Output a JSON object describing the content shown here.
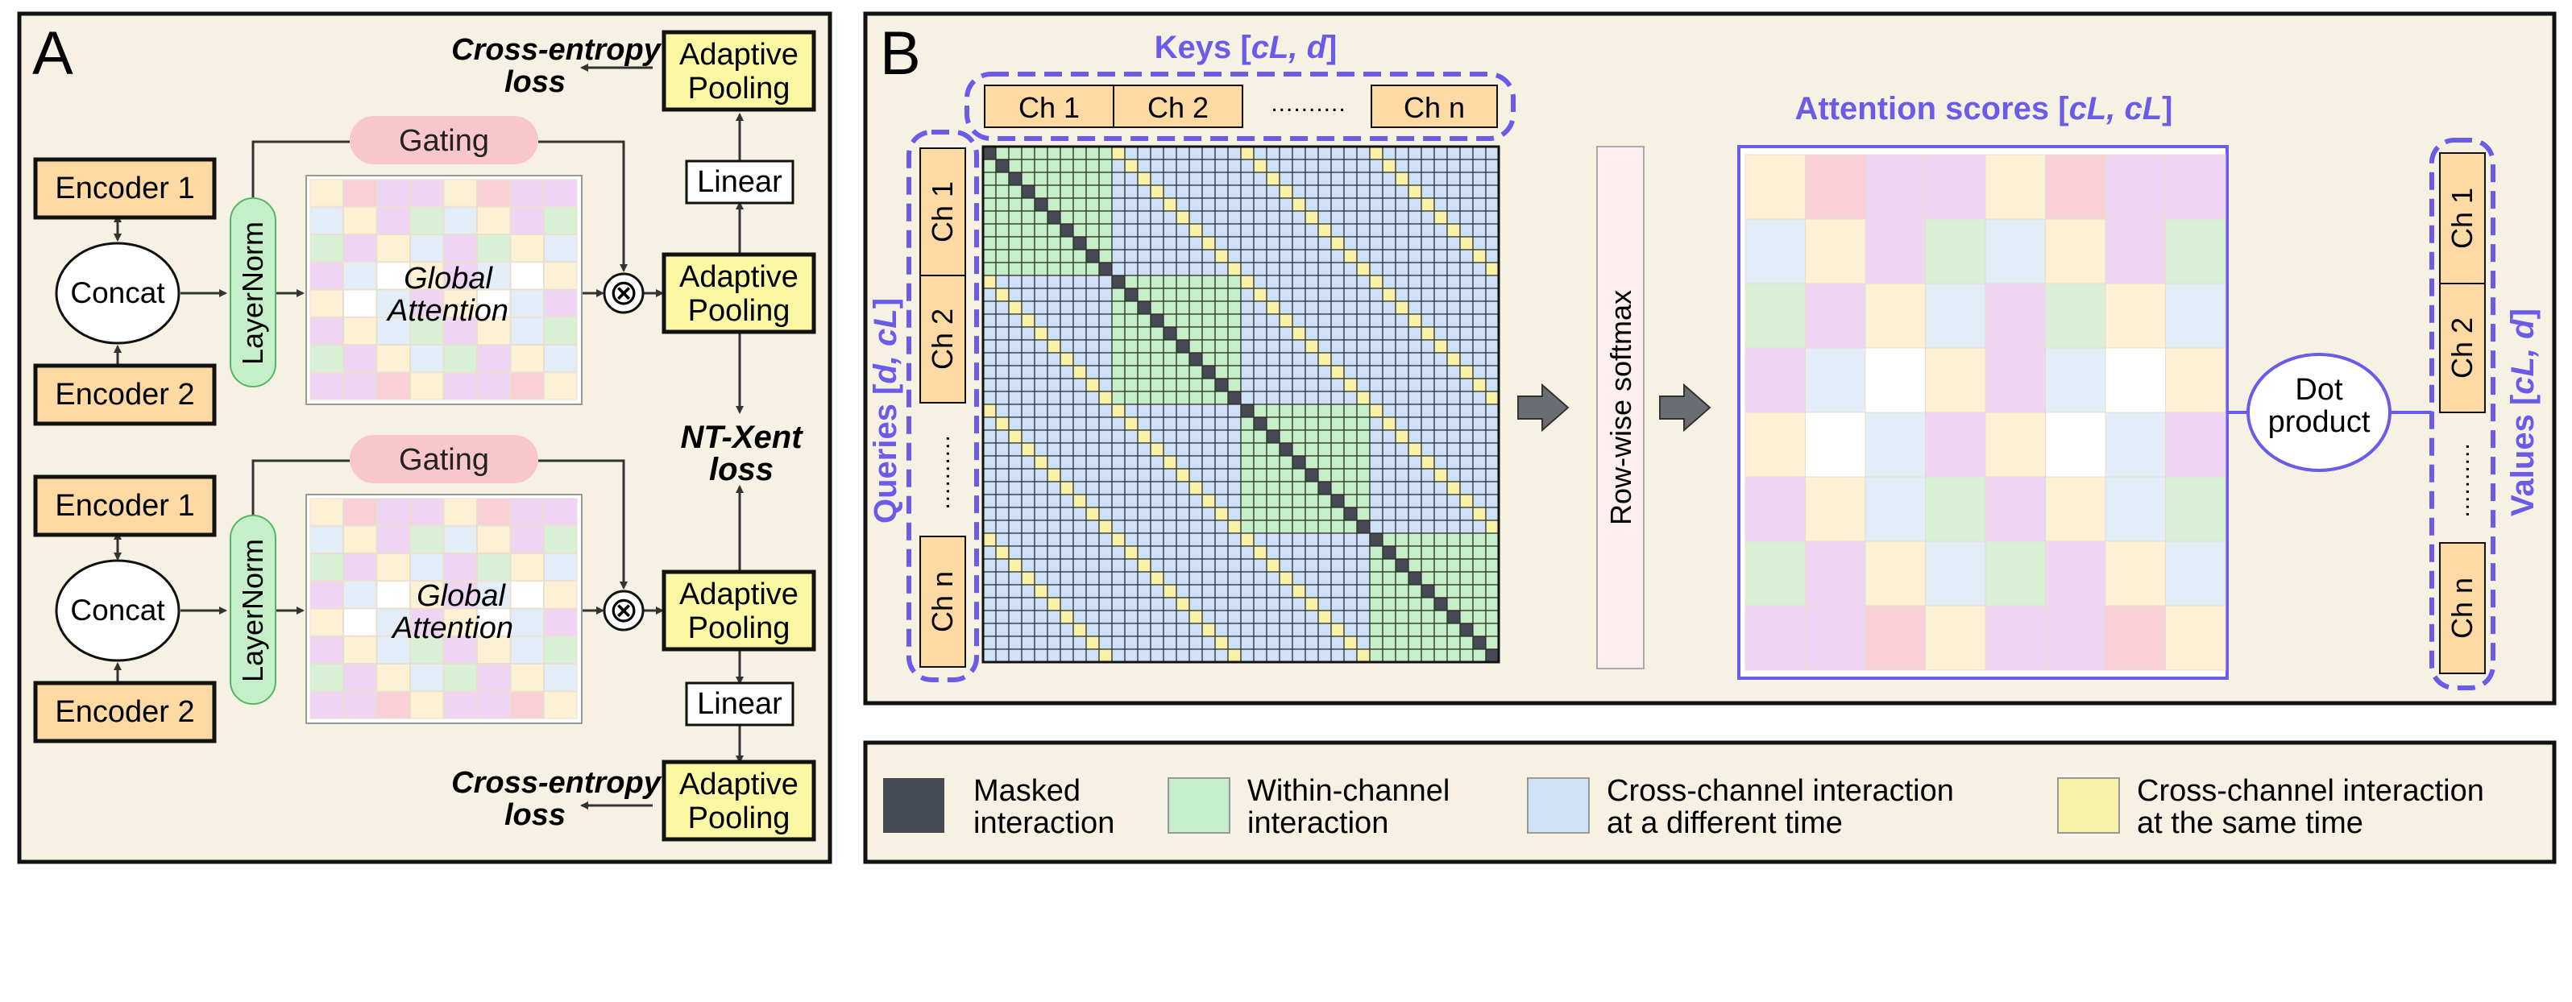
{
  "panel_a": {
    "label": "A",
    "encoder1": "Encoder 1",
    "encoder2": "Encoder 2",
    "concat": "Concat",
    "layernorm": "LayerNorm",
    "gating": "Gating",
    "global_attention_line1": "Global",
    "global_attention_line2": "Attention",
    "adaptive_line1": "Adaptive",
    "adaptive_line2": "Pooling",
    "linear": "Linear",
    "ce_loss_line1": "Cross-entropy",
    "ce_loss_line2": "loss",
    "ntxent_line1": "NT-Xent",
    "ntxent_line2": "loss",
    "multiply_symbol": "⊗"
  },
  "panel_b": {
    "label": "B",
    "keys_title_prefix": "Keys  [",
    "keys_title_math": "cL, d",
    "keys_title_suffix": "]",
    "key_chunks": [
      "Ch 1",
      "Ch 2",
      "Ch n"
    ],
    "dots": "..........",
    "queries_title_prefix": "Queries [",
    "queries_title_math": "d, cL",
    "queries_title_suffix": "]",
    "query_chunks": [
      "Ch 1",
      "Ch 2",
      "Ch n"
    ],
    "softmax": "Row-wise softmax",
    "scores_title_prefix": "Attention scores [",
    "scores_title_math": "cL, cL",
    "scores_title_suffix": "]",
    "dot_line1": "Dot",
    "dot_line2": "product",
    "values_title_prefix": "Values [",
    "values_title_math": "cL, d",
    "values_title_suffix": "]",
    "value_chunks": [
      "Ch 1",
      "Ch 2",
      "Ch n"
    ]
  },
  "legend": {
    "items": [
      {
        "line1": "Masked",
        "line2": "interaction",
        "color": "#454a52"
      },
      {
        "line1": "Within-channel",
        "line2": "interaction",
        "color": "#c4efc8"
      },
      {
        "line1": "Cross-channel interaction",
        "line2": "at a different time",
        "color": "#cfe1f6"
      },
      {
        "line1": "Cross-channel interaction",
        "line2": "at the same time",
        "color": "#f8f0a4"
      }
    ]
  },
  "colors": {
    "panel_bg": "#f6f1e3",
    "encoder": "#fdd9a4",
    "pooling": "#fbf7a2",
    "gating": "#f9c6cc",
    "layernorm": "#c4efc8",
    "accent": "#6a5ce8",
    "masked": "#454a52",
    "within": "#c4efc8",
    "cross_diff": "#cfe1f6",
    "cross_same": "#f8f0a4",
    "score_palette": [
      "#fdf1d5",
      "#fad0d8",
      "#efd4f3",
      "#d7f0d6",
      "#e3edf8",
      "#ffffff"
    ]
  }
}
